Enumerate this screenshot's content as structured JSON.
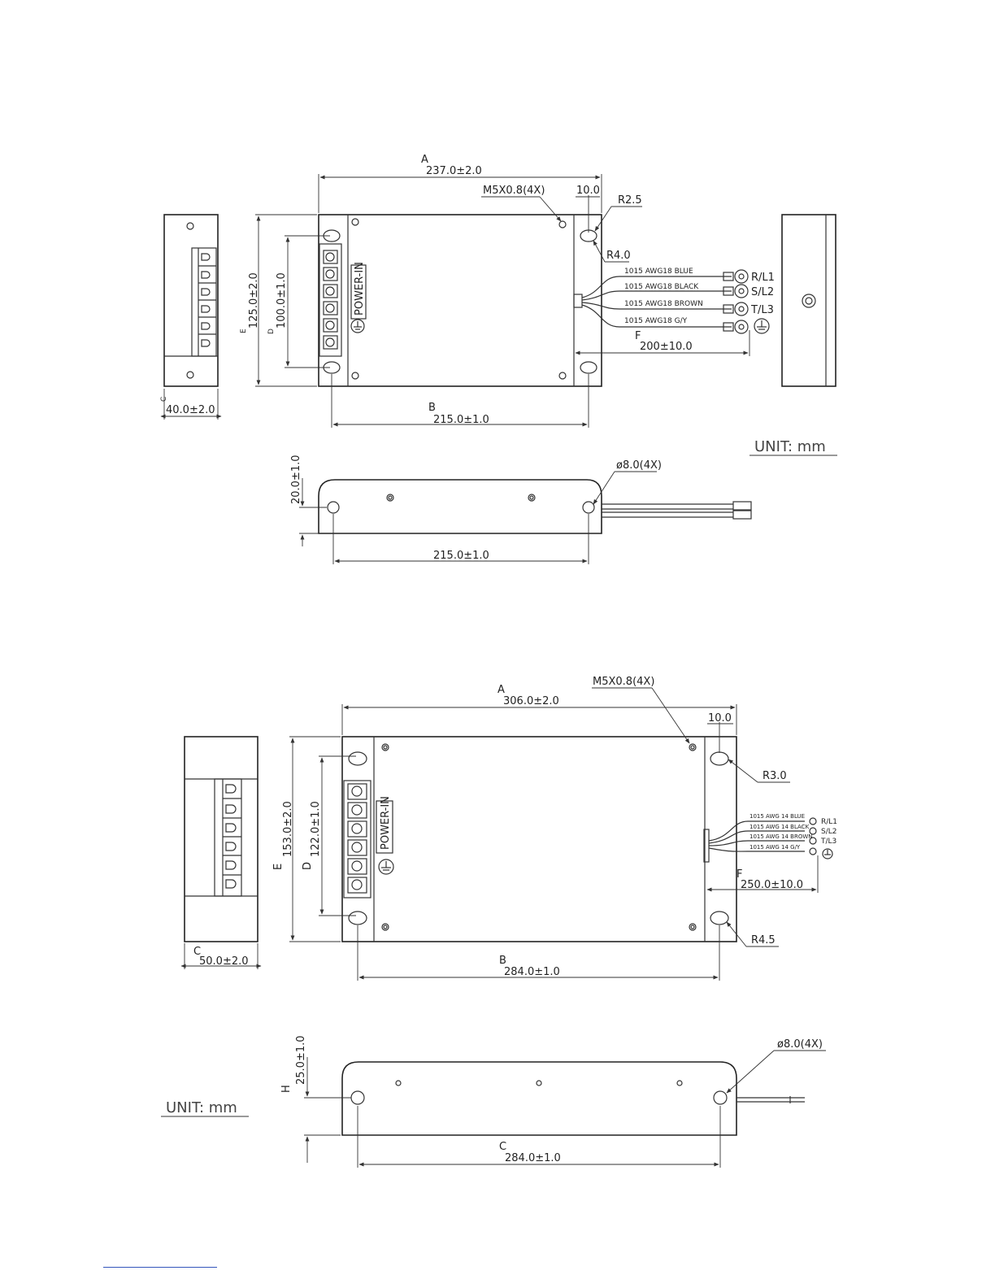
{
  "drawing1": {
    "A_letter": "A",
    "A_value": "237.0±2.0",
    "thread": "M5X0.8(4X)",
    "ten": "10.0",
    "r_top": "R2.5",
    "r_mid": "R4.0",
    "wires": [
      {
        "label": "1015  AWG18  BLUE",
        "term": "R/L1"
      },
      {
        "label": "1015  AWG18  BLACK",
        "term": "S/L2"
      },
      {
        "label": "1015  AWG18  BROWN",
        "term": "T/L3"
      },
      {
        "label": "1015  AWG18  G/Y",
        "term": ""
      }
    ],
    "F_letter": "F",
    "F_value": "200±10.0",
    "E_letter": "E",
    "E_value": "125.0±2.0",
    "D_letter": "D",
    "D_value": "100.0±1.0",
    "power_label": "POWER-IN",
    "C_letter": "C",
    "C_value": "40.0±2.0",
    "B_letter": "B",
    "B_value": "215.0±1.0",
    "unit": "UNIT:  mm",
    "H_value": "20.0±1.0",
    "hole": "ø8.0(4X)",
    "bottom_value": "215.0±1.0"
  },
  "drawing2": {
    "A_letter": "A",
    "A_value": "306.0±2.0",
    "thread": "M5X0.8(4X)",
    "ten": "10.0",
    "r_top": "R3.0",
    "r_bot": "R4.5",
    "wires": [
      {
        "label": "1015  AWG  14  BLUE",
        "term": "R/L1"
      },
      {
        "label": "1015  AWG  14  BLACK",
        "term": "S/L2"
      },
      {
        "label": "1015  AWG  14  BROWN",
        "term": "T/L3"
      },
      {
        "label": "1015  AWG  14  G/Y",
        "term": ""
      }
    ],
    "F_letter": "F",
    "F_value": "250.0±10.0",
    "E_letter": "E",
    "E_value": "153.0±2.0",
    "D_letter": "D",
    "D_value": "122.0±1.0",
    "power_label": "POWER-IN",
    "C_letter": "C",
    "C_value": "50.0±2.0",
    "B_letter": "B",
    "B_value": "284.0±1.0",
    "unit": "UNIT:  mm",
    "H_letter": "H",
    "H_value": "25.0±1.0",
    "hole": "ø8.0(4X)",
    "bottom_letter": "C",
    "bottom_value": "284.0±1.0"
  }
}
